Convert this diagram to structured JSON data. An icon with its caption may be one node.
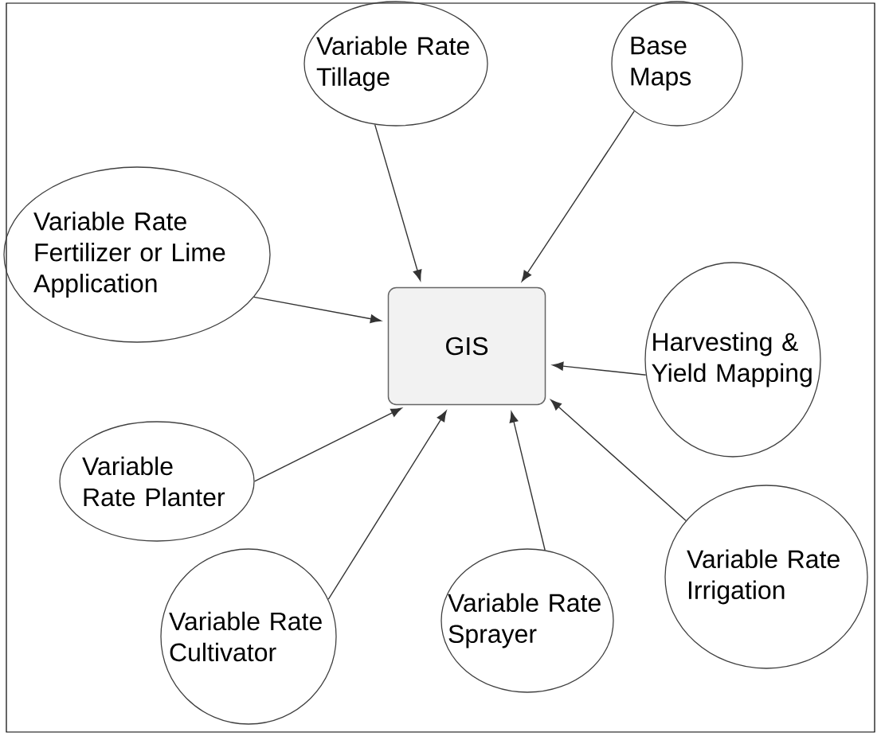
{
  "diagram": {
    "nodes": [
      {
        "text": [
          "Variable Rate Tillage"
        ]
      },
      {
        "text": [
          "Base Maps"
        ]
      },
      {
        "text": [
          "Variable Rate Fertilizer or Lime Application"
        ]
      },
      {
        "text": [
          "GIS"
        ]
      },
      {
        "text": [
          "Harvesting & Yield Mapping"
        ]
      },
      {
        "text": [
          "Variable Rate Planter"
        ]
      },
      {
        "text": [
          "Variable Rate Cultivator"
        ]
      },
      {
        "text": [
          "Variable Rate Sprayer"
        ]
      },
      {
        "text": [
          "Variable Rate Irrigation"
        ]
      }
    ],
    "edges": [
      {
        "from": 0,
        "to": 3,
        "arrow": "to"
      },
      {
        "from": 1,
        "to": 3,
        "arrow": "to"
      },
      {
        "from": 2,
        "to": 3,
        "arrow": "to"
      },
      {
        "from": 4,
        "to": 3,
        "arrow": "to"
      },
      {
        "from": 5,
        "to": 3,
        "arrow": "to"
      },
      {
        "from": 6,
        "to": 3,
        "arrow": "to"
      },
      {
        "from": 7,
        "to": 3,
        "arrow": "to"
      },
      {
        "from": 8,
        "to": 3,
        "arrow": "to"
      }
    ]
  }
}
